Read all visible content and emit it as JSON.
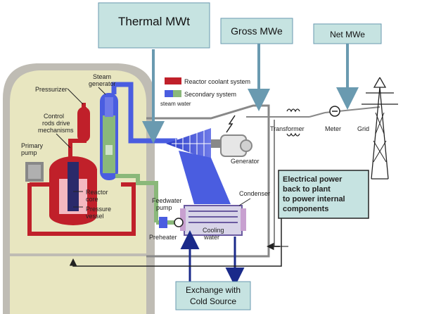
{
  "callouts": {
    "thermal": "Thermal MWt",
    "gross": "Gross MWe",
    "net": "Net MWe",
    "exchange_line1": "Exchange with",
    "exchange_line2": "Cold Source"
  },
  "legend": {
    "reactor_coolant": "Reactor coolant system",
    "secondary": "Secondary system",
    "steam": "steam",
    "water": "water"
  },
  "labels": {
    "steam_generator_1": "Steam",
    "steam_generator_2": "generator",
    "pressurizer": "Pressurizer",
    "control_rods_1": "Control",
    "control_rods_2": "rods drive",
    "control_rods_3": "mechanisms",
    "primary_pump_1": "Primary",
    "primary_pump_2": "pump",
    "reactor_core_1": "Reactor",
    "reactor_core_2": "core",
    "pressure_vessel_1": "Pressure",
    "pressure_vessel_2": "vessel",
    "feedwater_pump_1": "Feedwater",
    "feedwater_pump_2": "pump",
    "preheater": "Preheater",
    "cooling_water_1": "Cooling",
    "cooling_water_2": "water",
    "condenser": "Condenser",
    "generator": "Generator",
    "transformer": "Transformer",
    "meter": "Meter",
    "grid": "Grid"
  },
  "info_box": {
    "line1": "Electrical power",
    "line2": "back to plant",
    "line3": "to power internal",
    "line4": "components"
  },
  "colors": {
    "callout_fill": "#c6e3e1",
    "coolant_red": "#c0202a",
    "secondary_blue": "#4a5de0",
    "secondary_green": "#8ab87a",
    "containment": "#e8e6c0",
    "dark_blue_arrow": "#1a2a8a"
  }
}
